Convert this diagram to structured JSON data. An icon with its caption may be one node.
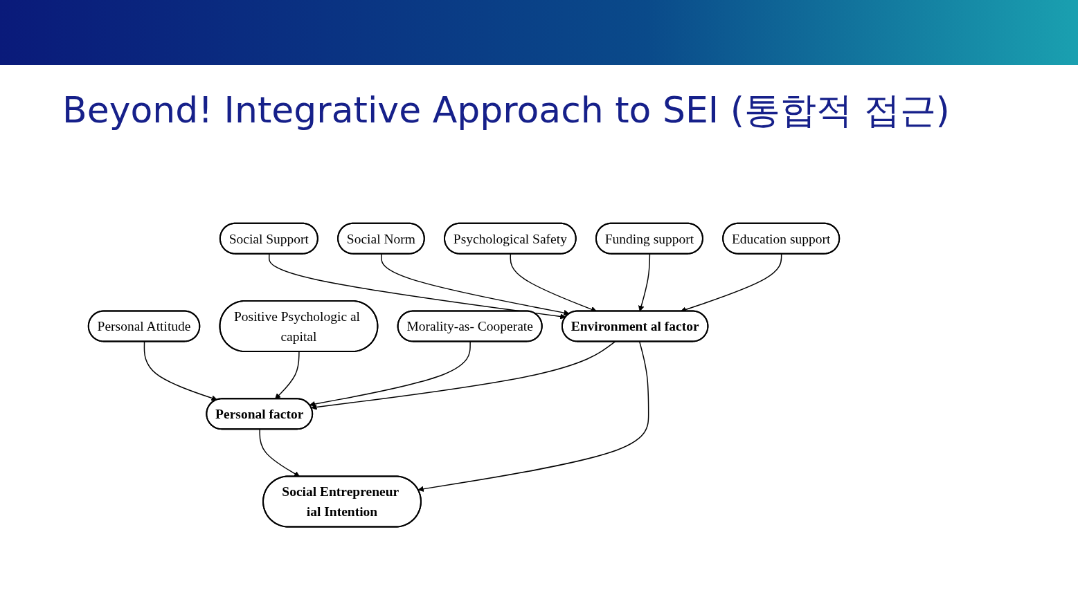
{
  "diagram": {
    "title": "Beyond! Integrative Approach to SEI (통합적 접근)",
    "nodes": [
      {
        "text": [
          "Personal Attitude"
        ]
      },
      {
        "text": [
          "Positive Psychologic al capital"
        ]
      },
      {
        "text": [
          "Morality-as- Cooperate"
        ]
      },
      {
        "text": [
          "Personal factor"
        ]
      },
      {
        "text": [
          "Social Support"
        ]
      },
      {
        "text": [
          "Social Norm"
        ]
      },
      {
        "text": [
          "Psychological Safety"
        ]
      },
      {
        "text": [
          "Funding support"
        ]
      },
      {
        "text": [
          "Education support"
        ]
      },
      {
        "text": [
          "Environment al factor"
        ]
      },
      {
        "text": [
          "Social Entrepreneur ial Intention"
        ]
      }
    ],
    "edges": [
      {
        "from": 0,
        "to": 3,
        "arrow": "to"
      },
      {
        "from": 1,
        "to": 3,
        "arrow": "to"
      },
      {
        "from": 2,
        "to": 3,
        "arrow": "to"
      },
      {
        "from": 4,
        "to": 9,
        "arrow": "to"
      },
      {
        "from": 5,
        "to": 9,
        "arrow": "to"
      },
      {
        "from": 6,
        "to": 9,
        "arrow": "to"
      },
      {
        "from": 7,
        "to": 9,
        "arrow": "to"
      },
      {
        "from": 8,
        "to": 9,
        "arrow": "to"
      },
      {
        "from": 9,
        "to": 3,
        "arrow": "to"
      },
      {
        "from": 3,
        "to": 10,
        "arrow": "to"
      },
      {
        "from": 9,
        "to": 10,
        "arrow": "to"
      }
    ]
  }
}
